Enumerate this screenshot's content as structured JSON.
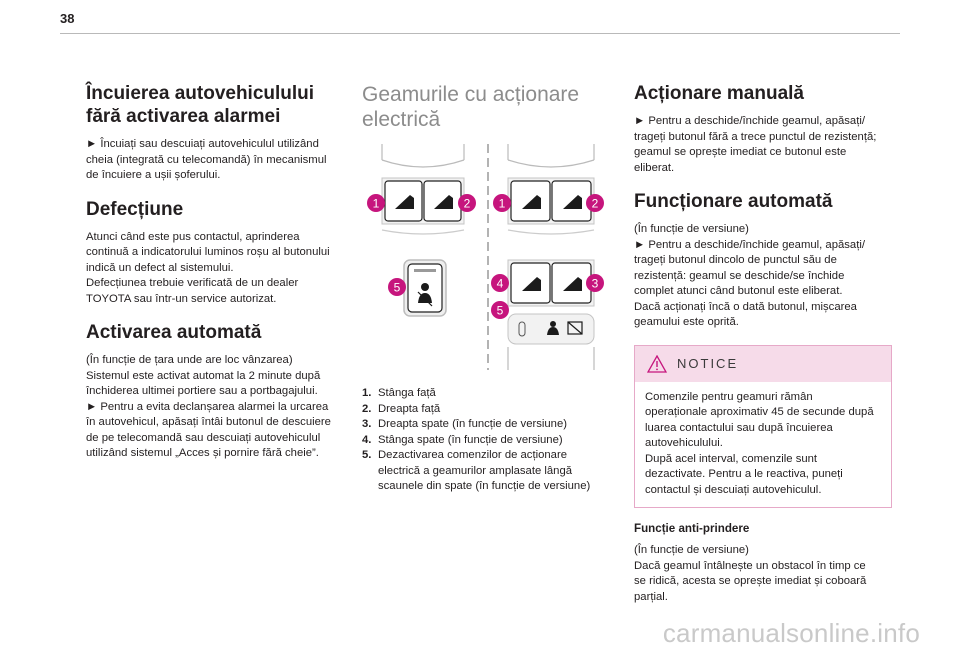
{
  "page_number": "38",
  "col1": {
    "heading1_lines": [
      "Încuierea autovehiculului",
      "fără activarea alarmei"
    ],
    "p1": [
      "► Încuiați sau descuiați autovehiculul utilizând",
      "cheia (integrată cu telecomandă) în mecanismul",
      "de încuiere a ușii șoferului."
    ],
    "heading2": "Defecțiune",
    "p2": [
      "Atunci când este pus contactul, aprinderea",
      "continuă a indicatorului luminos roșu al butonului",
      "indică un defect al sistemului.",
      "Defecțiunea trebuie verificată de un dealer",
      "TOYOTA sau într-un service autorizat."
    ],
    "heading3": "Activarea automată",
    "p3": [
      "(În funcție de țara unde are loc vânzarea)",
      "Sistemul este activat automat la 2 minute după",
      "închiderea ultimei portiere sau a portbagajului.",
      "► Pentru a evita declanșarea alarmei la urcarea",
      "în autovehicul, apăsați întâi butonul de descuiere",
      "de pe telecomandă sau descuiați autovehiculul",
      "utilizând sistemul „Acces și pornire fără cheie”."
    ]
  },
  "col2": {
    "heading_lines": [
      "Geamurile cu acționare",
      "electrică"
    ],
    "callouts": [
      "1",
      "2",
      "1",
      "2",
      "5",
      "4",
      "3",
      "5"
    ],
    "list": [
      {
        "n": "1.",
        "lines": [
          "Stânga față"
        ]
      },
      {
        "n": "2.",
        "lines": [
          "Dreapta față"
        ]
      },
      {
        "n": "3.",
        "lines": [
          "Dreapta spate (în funcție de versiune)"
        ]
      },
      {
        "n": "4.",
        "lines": [
          "Stânga spate (în funcție de versiune)"
        ]
      },
      {
        "n": "5.",
        "lines": [
          "Dezactivarea comenzilor de acționare",
          "electrică a geamurilor amplasate lângă",
          "scaunele din spate (în funcție de versiune)"
        ]
      }
    ]
  },
  "col3": {
    "heading1": "Acționare manuală",
    "p1": [
      "► Pentru a deschide/închide geamul, apăsați/",
      "trageți butonul fără a trece punctul de rezistență;",
      "geamul se oprește imediat ce butonul este",
      "eliberat."
    ],
    "heading2": "Funcționare automată",
    "p2": [
      "(În funcție de versiune)",
      "► Pentru a deschide/închide geamul, apăsați/",
      "trageți butonul dincolo de punctul său de",
      "rezistență: geamul se deschide/se închide",
      "complet atunci când butonul este eliberat.",
      "Dacă acționați încă o dată butonul, mișcarea",
      "geamului este oprită."
    ],
    "notice_title": "NOTICE",
    "notice_body": [
      "Comenzile pentru geamuri rămân",
      "operaționale aproximativ 45 de secunde după",
      "luarea contactului sau după încuierea",
      "autovehiculului.",
      "După acel interval, comenzile sunt",
      "dezactivate. Pentru a le reactiva, puneți",
      "contactul și descuiați autovehiculul."
    ],
    "subheading": "Funcție anti-prindere",
    "p3": [
      "(În funcție de versiune)",
      "Dacă geamul întâlnește un obstacol în timp ce",
      "se ridică, acesta se oprește imediat și coboară",
      "parțial."
    ]
  },
  "colors": {
    "callout": "#c6157d",
    "notice_fill": "#f6dbe9",
    "notice_border": "#e6a9c8",
    "heading_gray": "#8c8c8c"
  },
  "watermark": "carmanualsonline.info"
}
